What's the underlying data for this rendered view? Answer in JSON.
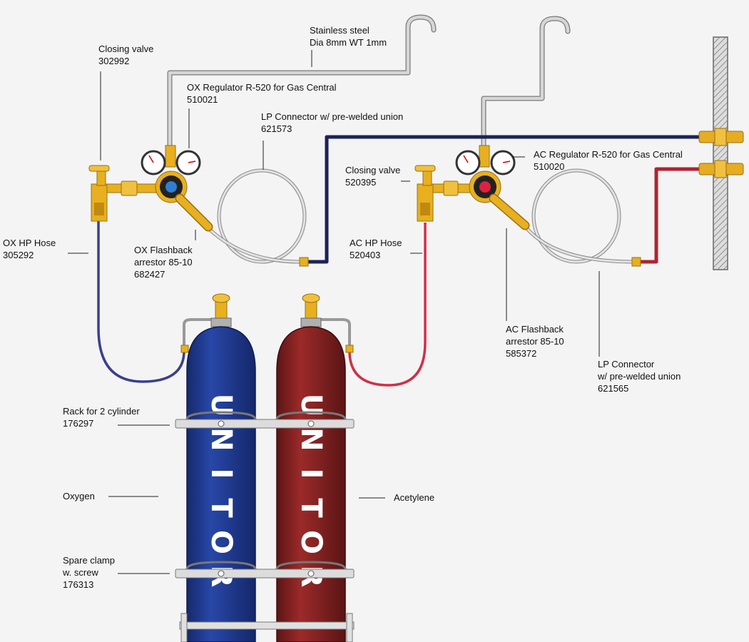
{
  "colors": {
    "background": "#f4f4f4",
    "oxygen_blue": "#1f3a8f",
    "acetylene_red": "#8b2424",
    "hose_blue": "#3a3f8f",
    "hose_red": "#d03048",
    "navy_pipe": "#1c2258",
    "steel": "#c8c8c8",
    "brass": "#e8b020",
    "leader_line": "#222222"
  },
  "brand_text": "UNITOR",
  "brand_letters": [
    "U",
    "N",
    "I",
    "T",
    "O",
    "R"
  ],
  "labels": {
    "stainless": {
      "line1": "Stainless steel",
      "line2": "Dia 8mm WT 1mm"
    },
    "closing_valve_ox": {
      "line1": "Closing valve",
      "line2": "302992"
    },
    "ox_regulator": {
      "line1": "OX Regulator R-520 for Gas Central",
      "line2": "510021"
    },
    "lp_connector_ox": {
      "line1": "LP Connector w/ pre-welded union",
      "line2": "621573"
    },
    "ac_regulator": {
      "line1": "AC Regulator R-520 for Gas Central",
      "line2": "510020"
    },
    "closing_valve_ac": {
      "line1": "Closing valve",
      "line2": "520395"
    },
    "ox_hp_hose": {
      "line1": "OX HP Hose",
      "line2": "305292"
    },
    "ox_flashback": {
      "line1": "OX Flashback",
      "line2": "arrestor 85-10",
      "line3": "682427"
    },
    "ac_hp_hose": {
      "line1": "AC HP Hose",
      "line2": "520403"
    },
    "ac_flashback": {
      "line1": "AC Flashback",
      "line2": "arrestor 85-10",
      "line3": "585372"
    },
    "lp_connector_ac": {
      "line1": "LP Connector",
      "line2": "w/ pre-welded union",
      "line3": "621565"
    },
    "rack": {
      "line1": "Rack for 2 cylinder",
      "line2": "176297"
    },
    "oxygen": {
      "line1": "Oxygen"
    },
    "acetylene": {
      "line1": "Acetylene"
    },
    "spare_clamp": {
      "line1": "Spare clamp",
      "line2": "w. screw",
      "line3": "176313"
    }
  }
}
